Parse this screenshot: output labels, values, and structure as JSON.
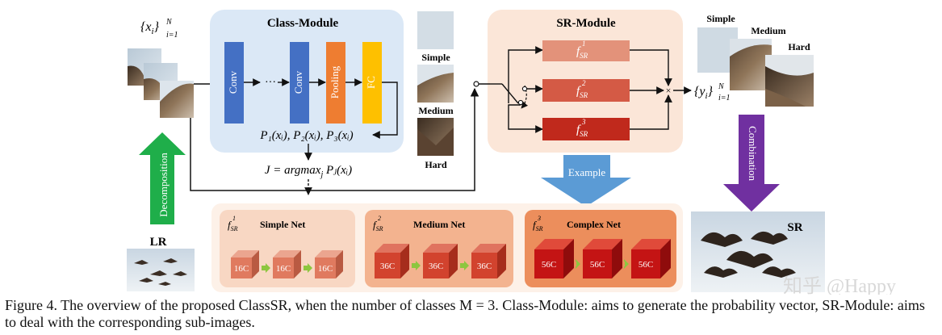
{
  "inputs": {
    "set_base": "{x",
    "set_sub": "i",
    "set_close": "}",
    "set_range_sub": "i=1",
    "set_range_sup": "N"
  },
  "class_module": {
    "title": "Class-Module",
    "layers": [
      "Conv",
      "Conv",
      "Pooling",
      "FC"
    ],
    "dots": "···",
    "prob_output": "P₁(xᵢ), P₂(xᵢ), P₃(xᵢ)",
    "argmax_prefix": "J = argmax",
    "argmax_sub": "j",
    "argmax_suffix": " Pⱼ(xᵢ)"
  },
  "classes": {
    "simple": "Simple",
    "medium": "Medium",
    "hard": "Hard"
  },
  "sr_module": {
    "title": "SR-Module",
    "branch_base": "f",
    "branch_sub": "SR",
    "branch_sups": [
      "1",
      "2",
      "3"
    ]
  },
  "outputs": {
    "set_base": "{y",
    "set_sub": "i",
    "set_close": "}",
    "set_range_sub": "i=1",
    "set_range_sup": "N",
    "simple": "Simple",
    "medium": "Medium",
    "hard": "Hard"
  },
  "arrows": {
    "decomposition": "Decomposition",
    "example": "Example",
    "combination": "Combination"
  },
  "labels": {
    "lr": "LR",
    "sr": "SR"
  },
  "nets": [
    {
      "sup": "1",
      "name": "Simple Net",
      "block": "16C"
    },
    {
      "sup": "2",
      "name": "Medium Net",
      "block": "36C"
    },
    {
      "sup": "3",
      "name": "Complex Net",
      "block": "56C"
    }
  ],
  "caption": "Figure 4. The overview of the proposed ClassSR, when the number of classes M = 3. Class-Module: aims to generate the probability vector, SR-Module: aims to deal with the corresponding sub-images.",
  "watermark": "知乎 @Happy",
  "colors": {
    "class_bg": "#dbe8f6",
    "sr_bg": "#fbe6d8",
    "conv": "#4470c4",
    "pooling": "#ee7d31",
    "fc": "#fec000",
    "branch1": "#e3927a",
    "branch2": "#d45a45",
    "branch3": "#c0291c",
    "decomposition": "#1fae4a",
    "example": "#5b9bd5",
    "combination": "#7030a0"
  }
}
